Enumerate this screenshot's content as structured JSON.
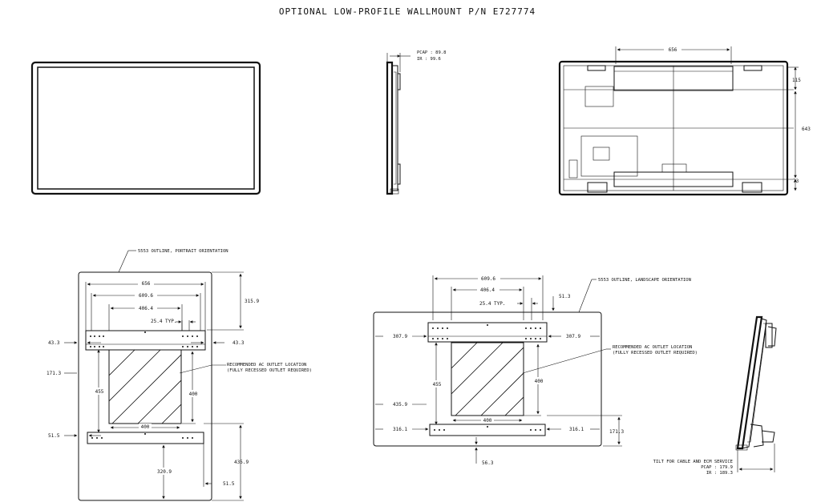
{
  "title": "OPTIONAL LOW-PROFILE WALLMOUNT P/N E727774",
  "side_view": {
    "pcap": "PCAP : 89.8",
    "ir": "IR : 99.6"
  },
  "rear_view": {
    "dim_656": "656",
    "dim_115": "115",
    "dim_643": "643",
    "dim_73": "73"
  },
  "portrait": {
    "outline_label": "5553 OUTLINE, PORTRAIT ORIENTATION",
    "dim_656": "656",
    "dim_609": "609.6",
    "dim_406": "406.4",
    "dim_typ": "25.4 TYP.",
    "dim_315": "315.9",
    "dim_433_left": "43.3",
    "dim_433_right": "43.3",
    "dim_171": "171.3",
    "dim_455": "455",
    "dim_400_v": "400",
    "dim_400_h": "400",
    "dim_515_left": "51.5",
    "dim_4359": "435.9",
    "dim_3209": "320.9",
    "dim_515_right": "51.5",
    "outlet_line1": "RECOMMENDED AC OUTLET LOCATION",
    "outlet_line2": "(FULLY RECESSED OUTLET REQUIRED)"
  },
  "landscape": {
    "outline_label": "5553 OUTLINE, LANDSCAPE ORIENTATION",
    "dim_609": "609.6",
    "dim_406": "406.4",
    "dim_typ": "25.4 TYP.",
    "dim_513": "51.3",
    "dim_3079_left": "307.9",
    "dim_3079_right": "307.9",
    "dim_455": "455",
    "dim_400_v": "400",
    "dim_400_h": "400",
    "dim_4359": "435.9",
    "dim_3161_left": "316.1",
    "dim_3161_right": "316.1",
    "dim_1713": "171.3",
    "dim_563": "56.3",
    "outlet_line1": "RECOMMENDED AC OUTLET LOCATION",
    "outlet_line2": "(FULLY RECESSED OUTLET REQUIRED)"
  },
  "tilt": {
    "line1": "TILT FOR CABLE AND ECM SERVICE",
    "pcap": "PCAP : 179.9",
    "ir": "IR : 189.3"
  }
}
